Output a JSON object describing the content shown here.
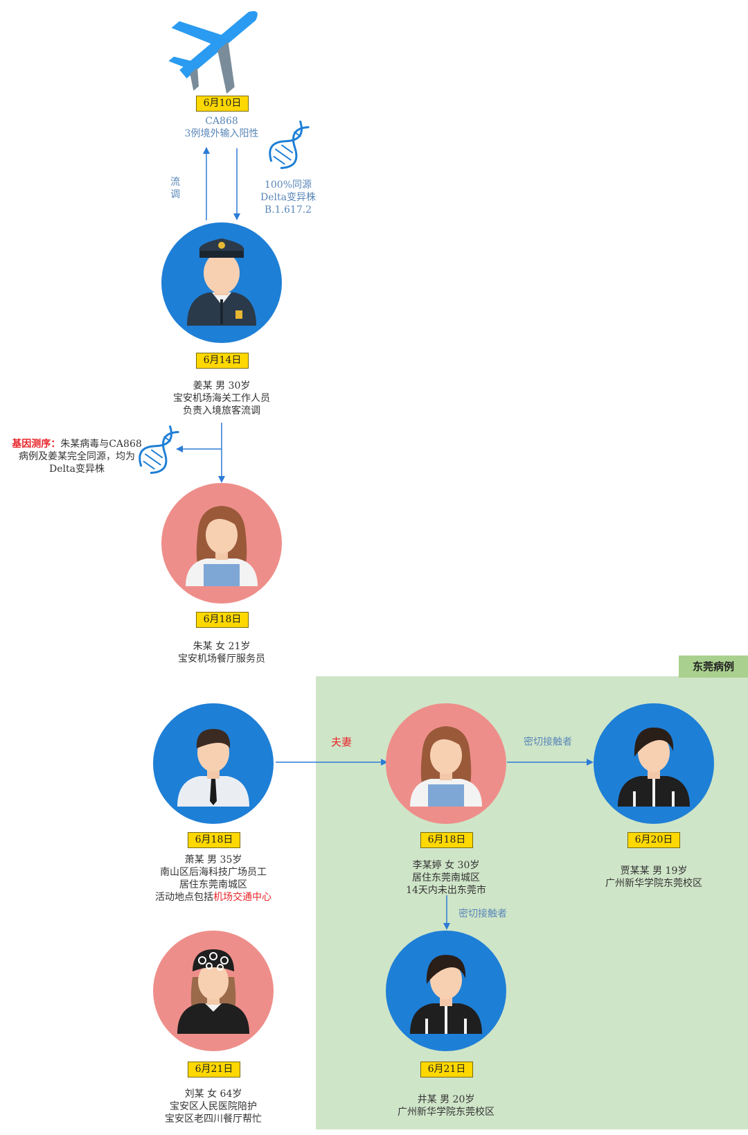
{
  "flight": {
    "date": "6月10日",
    "lines": [
      "CA868",
      "3例境外输入阳性"
    ]
  },
  "arrow_labels": {
    "trace": [
      "流",
      "调"
    ],
    "genome": [
      "100%同源",
      "Delta变异株",
      "B.1.617.2"
    ]
  },
  "case_jiang": {
    "date": "6月14日",
    "lines": [
      "姜某 男 30岁",
      "宝安机场海关工作人员",
      "负责入境旅客流调"
    ]
  },
  "sequencing": {
    "prefix": "基因测序：",
    "line1_rest": "朱某病毒与CA868",
    "line2": "病例及姜某完全同源，均为",
    "line3": "Delta变异株"
  },
  "case_zhu": {
    "date": "6月18日",
    "lines": [
      "朱某 女 21岁",
      "宝安机场餐厅服务员"
    ]
  },
  "dongguan_label": "东莞病例",
  "case_xiao": {
    "date": "6月18日",
    "lines": [
      "萧某 男 35岁",
      "南山区后海科技广场员工",
      "居住东莞南城区"
    ],
    "activity_prefix": "活动地点包括",
    "activity_highlight": "机场交通中心"
  },
  "relation_couple": "夫妻",
  "case_li": {
    "date": "6月18日",
    "lines": [
      "李某婷 女 30岁",
      "居住东莞南城区",
      "14天内未出东莞市"
    ]
  },
  "relation_close1": "密切接触者",
  "case_jia": {
    "date": "6月20日",
    "lines": [
      "贾某某 男 19岁",
      "广州新华学院东莞校区"
    ]
  },
  "relation_close2": "密切接触者",
  "case_jing": {
    "date": "6月21日",
    "lines": [
      "井某 男 20岁",
      "广州新华学院东莞校区"
    ]
  },
  "case_liu": {
    "date": "6月21日",
    "lines": [
      "刘某 女 64岁",
      "宝安区人民医院陪护",
      "宝安区老四川餐厅帮忙"
    ]
  },
  "colors": {
    "blue_circle": "#1e7fd6",
    "pink_circle": "#ee8e8a",
    "date_badge": "#ffd800",
    "region": "#cfe5c8",
    "accent_red": "#e8262a",
    "arrow": "#2c7bd6"
  }
}
